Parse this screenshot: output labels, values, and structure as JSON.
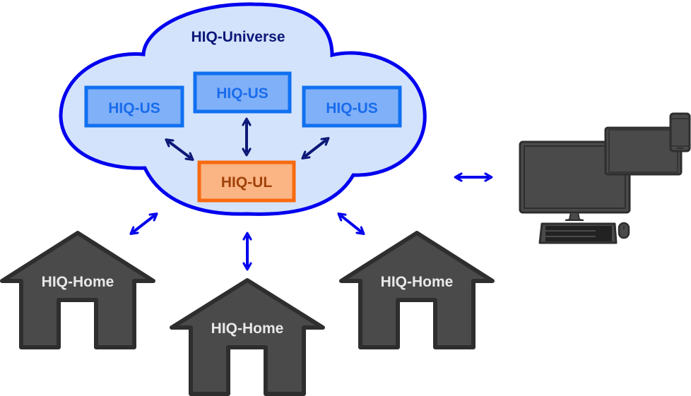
{
  "diagram": {
    "cloud": {
      "title": "HIQ-Universe"
    },
    "servers": [
      {
        "label": "HIQ-US"
      },
      {
        "label": "HIQ-US"
      },
      {
        "label": "HIQ-US"
      }
    ],
    "link": {
      "label": "HIQ-UL"
    },
    "homes": [
      {
        "label": "HIQ-Home"
      },
      {
        "label": "HIQ-Home"
      },
      {
        "label": "HIQ-Home"
      }
    ],
    "devices": {
      "icon": "computer-tablet-phone-icon"
    },
    "colors": {
      "cloud_fill": "#d3e3fb",
      "cloud_stroke": "#0000ee",
      "server_fill": "#80b0f8",
      "server_stroke": "#1070f0",
      "server_text": "#1a6cec",
      "link_fill": "#fbb483",
      "link_stroke": "#f86a10",
      "link_text": "#a0420a",
      "inner_arrow": "#0c1878",
      "outer_arrow": "#0000ee",
      "home_fill": "#4a4a4a",
      "home_stroke": "#2e2e2e",
      "home_text": "#e8e8e8",
      "title_text": "#0c1878"
    }
  }
}
